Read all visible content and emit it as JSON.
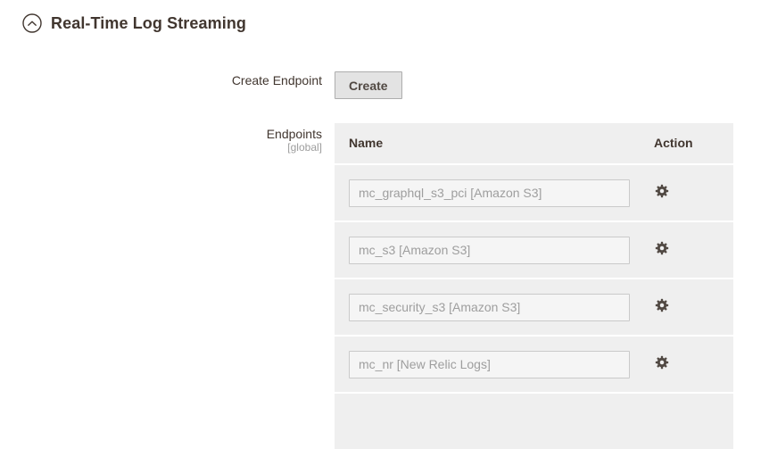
{
  "section": {
    "title": "Real-Time Log Streaming",
    "collapse_icon": "chevron-up-circle-icon",
    "state": "expanded"
  },
  "create_endpoint": {
    "label": "Create Endpoint",
    "button_label": "Create"
  },
  "endpoints": {
    "label": "Endpoints",
    "scope": "[global]",
    "table": {
      "columns": [
        "Name",
        "Action"
      ],
      "rows": [
        {
          "name": "mc_graphql_s3_pci [Amazon S3]",
          "action_icon": "gear-icon"
        },
        {
          "name": "mc_s3 [Amazon S3]",
          "action_icon": "gear-icon"
        },
        {
          "name": "mc_security_s3 [Amazon S3]",
          "action_icon": "gear-icon"
        },
        {
          "name": "mc_nr [New Relic Logs]",
          "action_icon": "gear-icon"
        }
      ]
    }
  },
  "colors": {
    "heading_text": "#41362f",
    "row_background": "#efefef",
    "input_background": "#f5f5f5",
    "input_border": "#cacaca",
    "input_text": "#9e9e9e",
    "button_background": "#e3e3e3",
    "button_border": "#adadad",
    "button_text": "#514943",
    "gear_icon": "#514943",
    "scope_text": "#9d9d9d"
  }
}
